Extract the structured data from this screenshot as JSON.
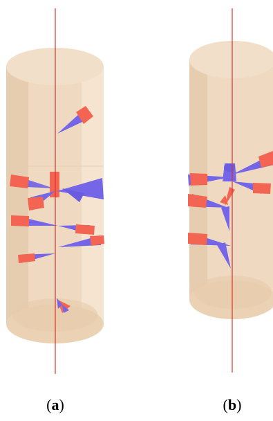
{
  "panels": [
    {
      "id": "a",
      "label_open": "(",
      "label_letter": "a",
      "label_close": ")"
    },
    {
      "id": "b",
      "label_open": "(",
      "label_letter": "b",
      "label_close": ")"
    }
  ],
  "colors": {
    "cylinder_fill": "#efd9c0",
    "cylinder_shadow": "#e2c6a6",
    "cylinder_highlight": "#f6e8d6",
    "cylinder_end": "#e8cdae",
    "axis_line": "#e03030",
    "cone_blue": "#7466e6",
    "cone_red": "#f36552",
    "cone_red_light": "#f8857a"
  }
}
